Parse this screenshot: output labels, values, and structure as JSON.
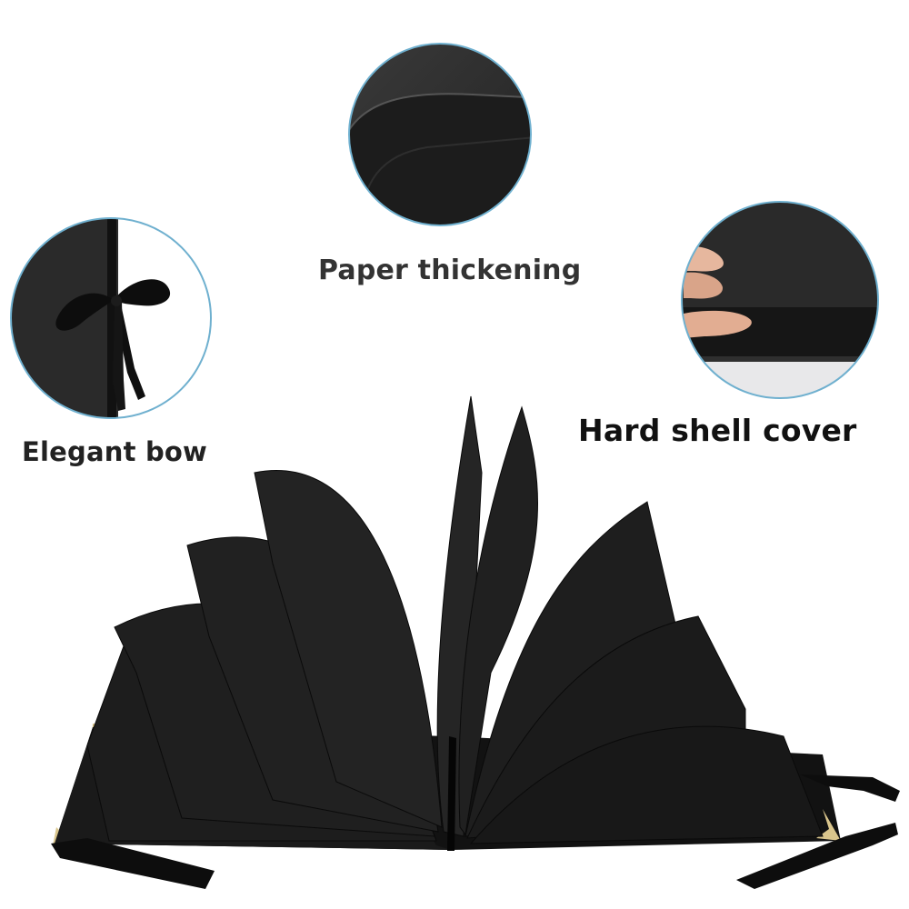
{
  "labels": {
    "paper_thickening": "Paper thickening",
    "elegant_bow": "Elegant bow",
    "hard_shell_cover": "Hard shell cover"
  },
  "colors": {
    "background": "#ffffff",
    "paper_black": "#1a1a1a",
    "cover_black": "#111111",
    "corner_gold": "#d8c48a",
    "circle_ring": "#7ab8d4",
    "ribbon_black": "#0d0d0d"
  }
}
